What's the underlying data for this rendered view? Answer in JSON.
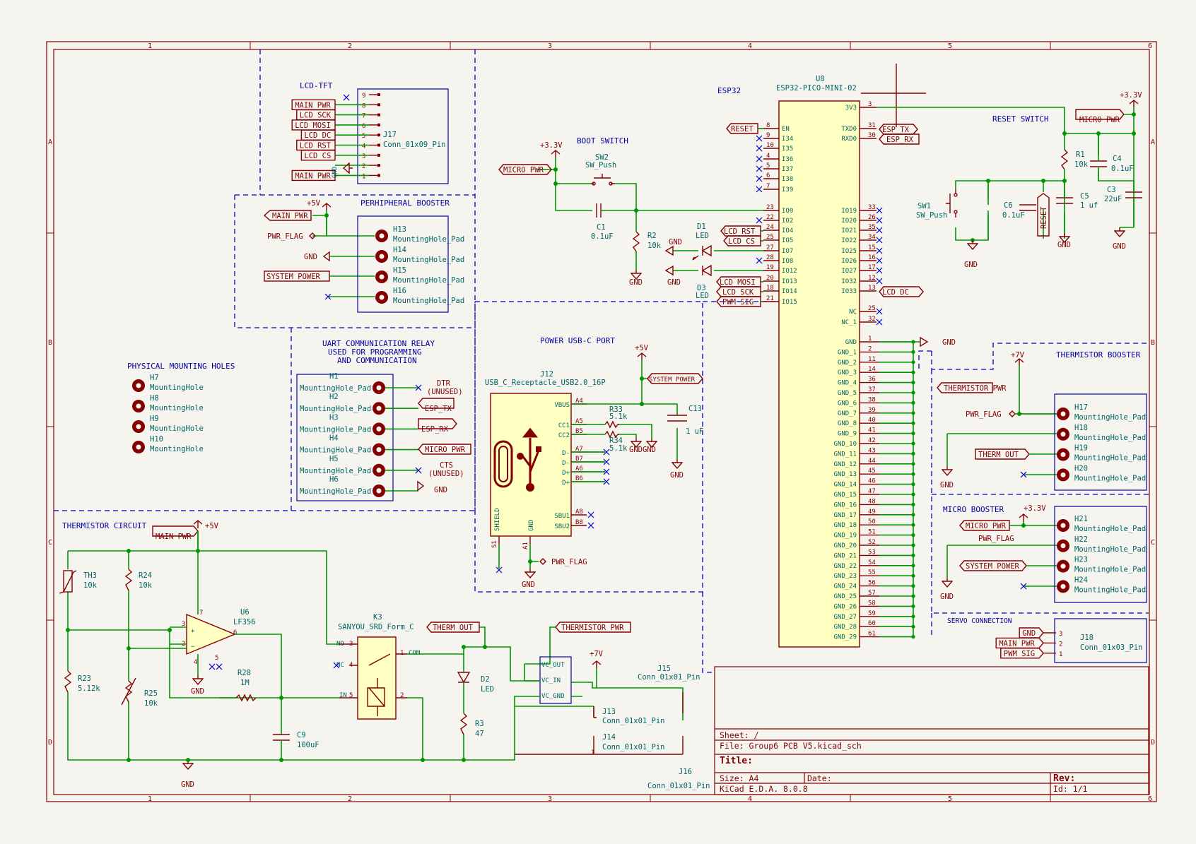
{
  "sheet": {
    "border_columns": [
      "1",
      "2",
      "3",
      "4",
      "5",
      "6"
    ],
    "border_rows": [
      "A",
      "B",
      "C",
      "D"
    ]
  },
  "sections": {
    "lcd_tft": "LCD-TFT",
    "peripheral_booster": "PERHIPHERAL BOOSTER",
    "uart_relay_1": "UART COMMUNICATION RELAY",
    "uart_relay_2": "USED FOR PROGRAMMING",
    "uart_relay_3": "AND COMMUNICATION",
    "mounting_holes": "PHYSICAL MOUNTING HOLES",
    "thermistor_circuit": "THERMISTOR CIRCUIT",
    "power_usb": "POWER USB-C PORT",
    "esp32": "ESP32",
    "boot_switch": "BOOT SWITCH",
    "reset_switch": "RESET SWITCH",
    "thermistor_booster": "THERMISTOR BOOSTER",
    "micro_booster": "MICRO BOOSTER",
    "servo_connection": "SERVO CONNECTION"
  },
  "j17": {
    "ref": "J17",
    "value": "Conn_01x09_Pin",
    "pins": [
      "9",
      "8",
      "7",
      "6",
      "5",
      "4",
      "3",
      "2",
      "1"
    ],
    "nets": [
      "MAIN PWR",
      "LCD SCK",
      "LCD MOSI",
      "LCD DC",
      "LCD RST",
      "LCD CS",
      "GND",
      "MAIN PWR"
    ]
  },
  "peripheral": {
    "power": "+5V",
    "main_pwr": "MAIN PWR",
    "pwr_flag": "PWR_FLAG",
    "gnd": "GND",
    "system_power": "SYSTEM POWER",
    "holes": [
      {
        "ref": "H13",
        "value": "MountingHole_Pad"
      },
      {
        "ref": "H14",
        "value": "MountingHole_Pad"
      },
      {
        "ref": "H15",
        "value": "MountingHole_Pad"
      },
      {
        "ref": "H16",
        "value": "MountingHole_Pad"
      }
    ]
  },
  "uart": {
    "holes": [
      {
        "ref": "H1",
        "value": "MountingHole_Pad"
      },
      {
        "ref": "H2",
        "value": "MountingHole_Pad"
      },
      {
        "ref": "H3",
        "value": "MountingHole_Pad"
      },
      {
        "ref": "H4",
        "value": "MountingHole_Pad"
      },
      {
        "ref": "H5",
        "value": "MountingHole_Pad"
      },
      {
        "ref": "H6",
        "value": "MountingHole_Pad"
      }
    ],
    "dtr": "DTR",
    "dtr_note": "(UNUSED)",
    "esp_tx": "ESP_TX",
    "esp_rx": "ESP_RX",
    "micro_pwr": "MICRO PWR",
    "cts": "CTS",
    "cts_note": "(UNUSED)",
    "gnd": "GND"
  },
  "mounting": {
    "holes": [
      {
        "ref": "H7",
        "value": "MountingHole"
      },
      {
        "ref": "H8",
        "value": "MountingHole"
      },
      {
        "ref": "H9",
        "value": "MountingHole"
      },
      {
        "ref": "H10",
        "value": "MountingHole"
      }
    ]
  },
  "usb": {
    "ref": "J12",
    "value": "USB_C_Receptacle_USB2.0_16P",
    "power": "+5V",
    "system_power": "SYSTEM POWER",
    "pins_left": [
      "VBUS",
      "CC1",
      "CC2",
      "D-",
      "D-",
      "D+",
      "D+",
      "SBU1",
      "SBU2"
    ],
    "pins_num": [
      "A4",
      "A5",
      "B5",
      "A7",
      "B7",
      "A6",
      "B6",
      "A8",
      "B8"
    ],
    "shield": "SHIELD",
    "gnd_pin": "GND",
    "shield_num": "S1",
    "gnd_num": "A1",
    "r33": {
      "ref": "R33",
      "value": "5.1k"
    },
    "r34": {
      "ref": "R34",
      "value": "5.1k"
    },
    "c13": {
      "ref": "C13",
      "value": "1 uF"
    },
    "gnd": "GND",
    "gnd2": "GNDGND",
    "pwr_flag": "PWR_FLAG"
  },
  "esp": {
    "ref": "U8",
    "value": "ESP32-PICO-MINI-02",
    "left_pins": [
      {
        "name": "EN",
        "num": "8"
      },
      {
        "name": "I34",
        "num": "9"
      },
      {
        "name": "I35",
        "num": "10"
      },
      {
        "name": "I36",
        "num": "4"
      },
      {
        "name": "I37",
        "num": "5"
      },
      {
        "name": "I38",
        "num": "6"
      },
      {
        "name": "I39",
        "num": "7"
      },
      {
        "name": "IO0",
        "num": "23"
      },
      {
        "name": "IO2",
        "num": "22"
      },
      {
        "name": "IO4",
        "num": "24"
      },
      {
        "name": "IO5",
        "num": "25"
      },
      {
        "name": "IO7",
        "num": "27"
      },
      {
        "name": "IO8",
        "num": "28"
      },
      {
        "name": "IO12",
        "num": "19"
      },
      {
        "name": "IO13",
        "num": "20"
      },
      {
        "name": "IO14",
        "num": "18"
      },
      {
        "name": "IO15",
        "num": "21"
      }
    ],
    "right_top": [
      {
        "name": "3V3",
        "num": "3"
      },
      {
        "name": "TXD0",
        "num": "31"
      },
      {
        "name": "RXD0",
        "num": "30"
      }
    ],
    "right_io": [
      {
        "name": "IO19",
        "num": "33"
      },
      {
        "name": "IO20",
        "num": "26"
      },
      {
        "name": "IO21",
        "num": "35"
      },
      {
        "name": "IO22",
        "num": "34"
      },
      {
        "name": "IO25",
        "num": "15"
      },
      {
        "name": "IO26",
        "num": "16"
      },
      {
        "name": "IO27",
        "num": "17"
      },
      {
        "name": "IO32",
        "num": "12"
      },
      {
        "name": "IO33",
        "num": "13"
      },
      {
        "name": "NC",
        "num": "25"
      },
      {
        "name": "NC_1",
        "num": "32"
      }
    ],
    "gnd_pins": [
      {
        "name": "GND",
        "num": "1"
      },
      {
        "name": "GND_1",
        "num": "2"
      },
      {
        "name": "GND_2",
        "num": "11"
      },
      {
        "name": "GND_3",
        "num": "14"
      },
      {
        "name": "GND_4",
        "num": "36"
      },
      {
        "name": "GND_5",
        "num": "37"
      },
      {
        "name": "GND_6",
        "num": "38"
      },
      {
        "name": "GND_7",
        "num": "39"
      },
      {
        "name": "GND_8",
        "num": "40"
      },
      {
        "name": "GND_9",
        "num": "41"
      },
      {
        "name": "GND_10",
        "num": "42"
      },
      {
        "name": "GND_11",
        "num": "43"
      },
      {
        "name": "GND_12",
        "num": "44"
      },
      {
        "name": "GND_13",
        "num": "45"
      },
      {
        "name": "GND_14",
        "num": "46"
      },
      {
        "name": "GND_15",
        "num": "47"
      },
      {
        "name": "GND_16",
        "num": "48"
      },
      {
        "name": "GND_17",
        "num": "49"
      },
      {
        "name": "GND_18",
        "num": "50"
      },
      {
        "name": "GND_19",
        "num": "51"
      },
      {
        "name": "GND_20",
        "num": "52"
      },
      {
        "name": "GND_21",
        "num": "53"
      },
      {
        "name": "GND_22",
        "num": "54"
      },
      {
        "name": "GND_23",
        "num": "55"
      },
      {
        "name": "GND_24",
        "num": "56"
      },
      {
        "name": "GND_25",
        "num": "57"
      },
      {
        "name": "GND_26",
        "num": "58"
      },
      {
        "name": "GND_27",
        "num": "59"
      },
      {
        "name": "GND_28",
        "num": "60"
      },
      {
        "name": "GND_29",
        "num": "61"
      }
    ],
    "reset_label": "RESET",
    "esp_tx": "ESP_TX",
    "esp_rx": "ESP_RX",
    "lcd_rst": "LCD RST",
    "lcd_cs": "LCD CS",
    "lcd_mosi": "LCD MOSI",
    "lcd_sck": "LCD SCK",
    "pwm_sig": "PWM SIG",
    "lcd_dc": "LCD DC",
    "gnd": "GND"
  },
  "boot": {
    "power": "+3.3V",
    "micro_pwr": "MICRO PWR",
    "sw2": {
      "ref": "SW2",
      "value": "SW_Push"
    },
    "c1": {
      "ref": "C1",
      "value": "0.1uF"
    },
    "r2": {
      "ref": "R2",
      "value": "10k"
    },
    "gnd": "GND"
  },
  "leds": {
    "d1": {
      "ref": "D1",
      "value": "LED"
    },
    "d3": {
      "ref": "D3",
      "value": "LED"
    },
    "gnd": "GND"
  },
  "reset": {
    "power": "+3.3V",
    "micro_pwr": "MICRO PWR",
    "r1": {
      "ref": "R1",
      "value": "10k"
    },
    "c4": {
      "ref": "C4",
      "value": "0.1uF"
    },
    "c3": {
      "ref": "C3",
      "value": "22uF"
    },
    "c5": {
      "ref": "C5",
      "value": "1 uf"
    },
    "c6": {
      "ref": "C6",
      "value": "0.1uF"
    },
    "sw1": {
      "ref": "SW1",
      "value": "SW_Push"
    },
    "reset_label": "RESET",
    "gnd": "GND"
  },
  "therm_booster": {
    "power": "+7V",
    "therm_pwr": "THERMISTOR PWR",
    "pwr_flag": "PWR_FLAG",
    "therm_out": "THERM OUT",
    "gnd": "GND",
    "holes": [
      {
        "ref": "H17",
        "value": "MountingHole_Pad"
      },
      {
        "ref": "H18",
        "value": "MountingHole_Pad"
      },
      {
        "ref": "H19",
        "value": "MountingHole_Pad"
      },
      {
        "ref": "H20",
        "value": "MountingHole_Pad"
      }
    ]
  },
  "micro_booster": {
    "power": "+3.3V",
    "micro_pwr": "MICRO PWR",
    "pwr_flag": "PWR_FLAG",
    "system_power": "SYSTEM POWER",
    "gnd": "GND",
    "holes": [
      {
        "ref": "H21",
        "value": "MountingHole_Pad"
      },
      {
        "ref": "H22",
        "value": "MountingHole_Pad"
      },
      {
        "ref": "H23",
        "value": "MountingHole_Pad"
      },
      {
        "ref": "H24",
        "value": "MountingHole_Pad"
      }
    ]
  },
  "servo": {
    "ref": "J18",
    "value": "Conn_01x03_Pin",
    "pins": [
      "3",
      "2",
      "1"
    ],
    "nets": [
      "GND",
      "MAIN PWR",
      "PWM SIG"
    ]
  },
  "thermistor": {
    "main_pwr": "MAIN PWR",
    "power": "+5V",
    "th3": {
      "ref": "TH3",
      "value": "10k"
    },
    "r24": {
      "ref": "R24",
      "value": "10k"
    },
    "r23": {
      "ref": "R23",
      "value": "5.12k"
    },
    "r25": {
      "ref": "R25",
      "value": "10k"
    },
    "u6": {
      "ref": "U6",
      "value": "LF356"
    },
    "r28": {
      "ref": "R28",
      "value": "1M"
    },
    "c9": {
      "ref": "C9",
      "value": "100uF"
    },
    "k3": {
      "ref": "K3",
      "value": "SANYOU_SRD_Form_C"
    },
    "therm_out": "THERM OUT",
    "therm_pwr": "THERMISTOR PWR",
    "d2": {
      "ref": "D2",
      "value": "LED"
    },
    "r3": {
      "ref": "R3",
      "value": "47"
    },
    "reg_pins": [
      "VC_OUT",
      "VC_IN",
      "VC_GND"
    ],
    "power7": "+7V",
    "j15": {
      "ref": "J15",
      "value": "Conn_01x01_Pin"
    },
    "j13": {
      "ref": "J13",
      "value": "Conn_01x01_Pin"
    },
    "j14": {
      "ref": "J14",
      "value": "Conn_01x01_Pin"
    },
    "j16": {
      "ref": "J16",
      "value": "Conn_01x01_Pin"
    },
    "gnd": "GND",
    "relay_pins": {
      "no": "NO",
      "nc": "NC",
      "in": "IN",
      "com": "COM"
    },
    "relay_nums": {
      "no": "3",
      "nc": "4",
      "in": "5",
      "com": "1",
      "coil": "2"
    },
    "opamp_pins": {
      "in_p": "3",
      "in_n": "2",
      "out": "6",
      "v_p": "7",
      "v_n": "4",
      "offs": "5"
    }
  },
  "title_block": {
    "sheet": "Sheet: /",
    "file": "File: Group6 PCB V5.kicad_sch",
    "title": "Title:",
    "size": "Size: A4",
    "date": "Date:",
    "rev": "Rev:",
    "tool": "KiCad E.D.A. 8.0.8",
    "id": "Id: 1/1"
  }
}
